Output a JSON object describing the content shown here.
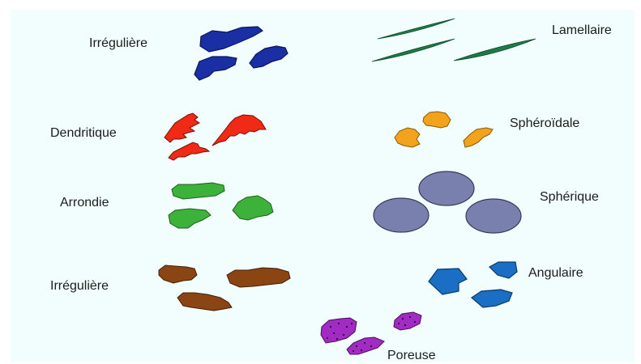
{
  "labels": {
    "irreguliere_top": "Irrégulière",
    "dendritique": "Dendritique",
    "arrondie": "Arrondie",
    "irreguliere_bottom": "Irrégulière",
    "lamellaire": "Lamellaire",
    "spheroidale": "Sphéroïdale",
    "spherique": "Sphérique",
    "angulaire": "Angulaire",
    "poreuse": "Poreuse"
  },
  "colors": {
    "background": "#f2fefd",
    "irreguliere_top": "#1a2fa3",
    "lamellaire": "#1e7a46",
    "dendritique": "#f02a14",
    "spheroidale": "#f3a21c",
    "arrondie": "#3cb23a",
    "spherique": "#7a80ae",
    "irreguliere_bottom": "#8b4513",
    "angulaire": "#1a6fc4",
    "poreuse": "#a12bc3"
  }
}
